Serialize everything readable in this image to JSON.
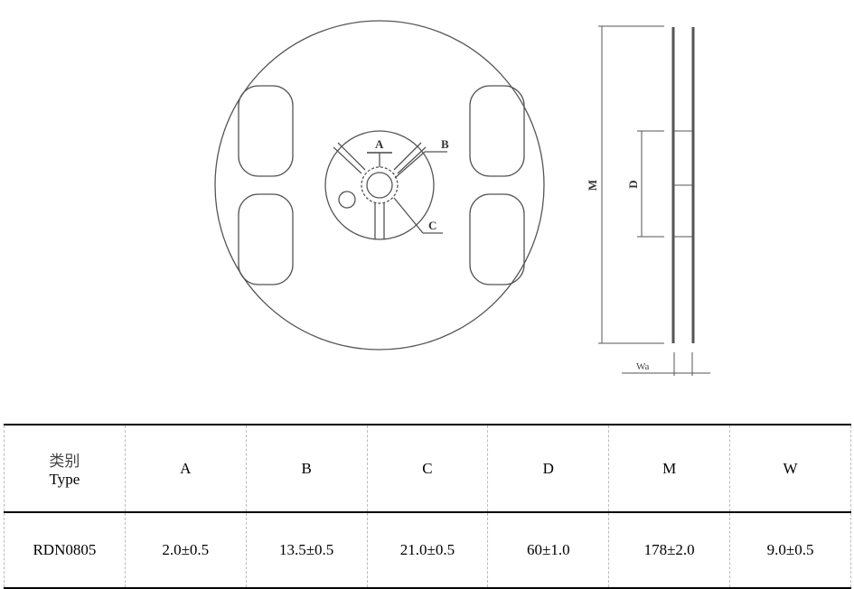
{
  "drawing": {
    "labels": {
      "A": "A",
      "B": "B",
      "C": "C",
      "D": "D",
      "M": "M",
      "W": "Wa"
    }
  },
  "table": {
    "header": {
      "type_cn": "类别",
      "type_en": "Type",
      "columns": [
        "A",
        "B",
        "C",
        "D",
        "M",
        "W"
      ]
    },
    "rows": [
      {
        "type": "RDN0805",
        "values": [
          "2.0±0.5",
          "13.5±0.5",
          "21.0±0.5",
          "60±1.0",
          "178±2.0",
          "9.0±0.5"
        ]
      }
    ]
  }
}
